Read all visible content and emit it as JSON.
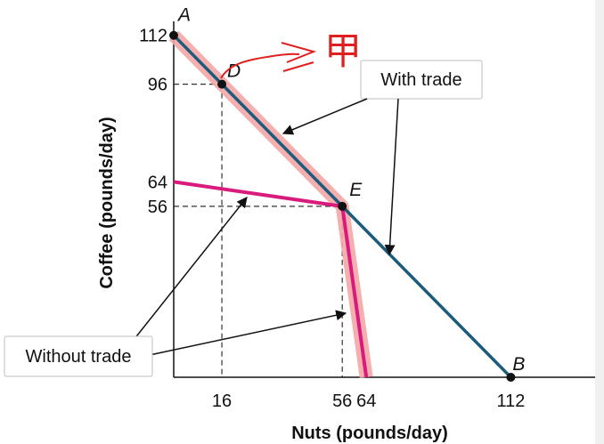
{
  "chart_data": {
    "type": "line",
    "title": "",
    "xlabel": "Nuts (pounds/day)",
    "ylabel": "Coffee (pounds/day)",
    "xlim": [
      0,
      140
    ],
    "ylim": [
      0,
      116
    ],
    "xticks": [
      16,
      56,
      64,
      112
    ],
    "yticks": [
      56,
      64,
      96,
      112
    ],
    "xtick_labels": [
      "16",
      "56",
      "64",
      "112"
    ],
    "ytick_labels": [
      "56",
      "64",
      "96",
      "112"
    ],
    "series": [
      {
        "key": "with",
        "color": "#1c5b7c",
        "points": [
          [
            0,
            112
          ],
          [
            112,
            0
          ]
        ]
      },
      {
        "key": "without",
        "color": "#d81b7c",
        "points": [
          [
            0,
            64
          ],
          [
            56,
            56
          ],
          [
            64,
            0
          ]
        ]
      }
    ],
    "highlight": {
      "color": "#f4a6a6",
      "points": [
        [
          0,
          112
        ],
        [
          56,
          56
        ],
        [
          64,
          0
        ]
      ]
    },
    "points": [
      {
        "label": "A",
        "x": 0,
        "y": 112
      },
      {
        "label": "D",
        "x": 16,
        "y": 96
      },
      {
        "label": "E",
        "x": 56,
        "y": 56
      },
      {
        "label": "B",
        "x": 112,
        "y": 0
      }
    ],
    "guides": [
      [
        16,
        96
      ],
      [
        56,
        56
      ]
    ],
    "callouts": [
      {
        "key": "with_trade",
        "text": "With trade"
      },
      {
        "key": "without_trade",
        "text": "Without trade"
      }
    ],
    "annotation": {
      "text": "甲",
      "color": "#e02020"
    }
  }
}
